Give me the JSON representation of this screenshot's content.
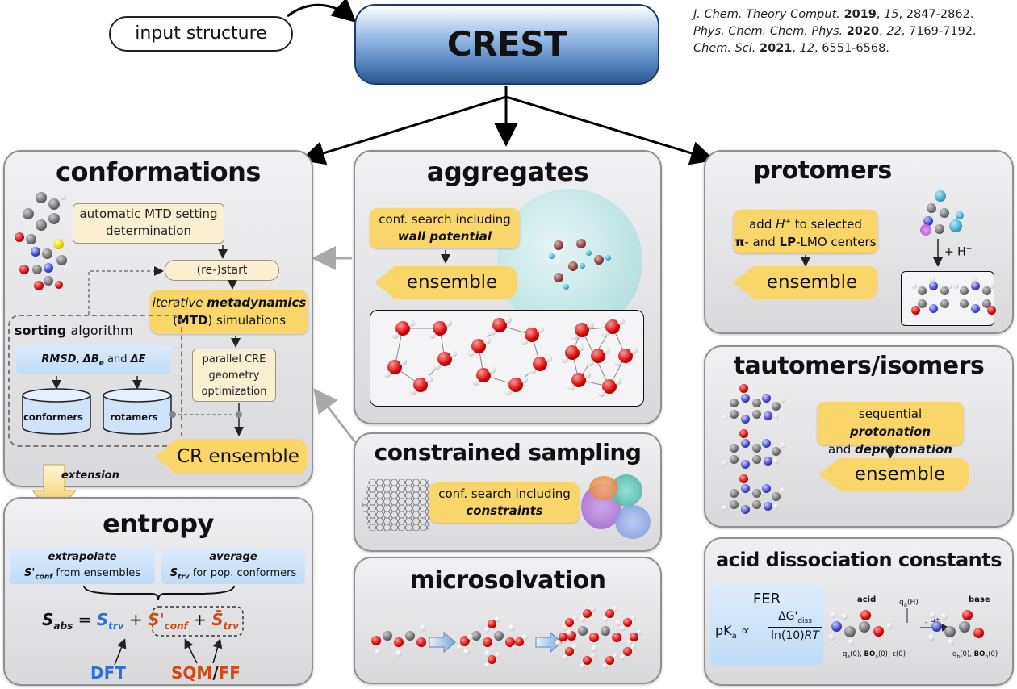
{
  "header": {
    "input_label": "input structure",
    "crest_title": "CREST",
    "citations": [
      {
        "journal": "J. Chem. Theory Comput.",
        "year": "2019",
        "volume": "15",
        "pages": ", 2847-2862."
      },
      {
        "journal": "Phys. Chem. Chem. Phys.",
        "year": "2020",
        "volume": "22",
        "pages": ", 7169-7192."
      },
      {
        "journal": "Chem. Sci.",
        "year": "2021",
        "volume": "12",
        "pages": ", 6551-6568."
      }
    ]
  },
  "conformations": {
    "title": "conformations",
    "auto_mtd": "automatic MTD setting determination",
    "restart": "(re-)start",
    "iterative_a": "iterative ",
    "iterative_b": "metadynamics",
    "iterative_c": "(",
    "iterative_d": "MTD",
    "iterative_e": ") simulations",
    "parallel": "parallel CRE geometry optimization",
    "sorting_a": "sorting",
    "sorting_b": " algorithm",
    "criteria_rmsd": "RMSD",
    "criteria_db": "ΔB",
    "criteria_db_sub": "e",
    "criteria_and": " and ",
    "criteria_de": "ΔE",
    "conformers": "conformers",
    "rotamers": "rotamers",
    "cr_ensemble": "CR ensemble",
    "extension": "extension"
  },
  "entropy": {
    "title": "entropy",
    "box1_a": "extrapolate",
    "box1_s": "S'",
    "box1_sub": "conf",
    "box1_b": " from ensembles",
    "box2_a": "average",
    "box2_s": "S",
    "box2_sub": "trv",
    "box2_b": " for pop. conformers",
    "eq_sabs": "S",
    "eq_sabs_sub": "abs",
    "eq_eq": "=",
    "eq_strv": "S",
    "eq_strv_sub": "trv",
    "eq_plus": "+",
    "eq_sconf": "S'",
    "eq_sconf_sub": "conf",
    "eq_plus2": "+",
    "eq_strv2": "S̄",
    "eq_strv2_sub": "trv",
    "dft": "DFT",
    "sqm": "SQM",
    "slash": "/",
    "ff": "FF"
  },
  "aggregates": {
    "title": "aggregates",
    "conf_search": "conf. search including ",
    "wall": "wall potential",
    "ensemble": "ensemble"
  },
  "constrained": {
    "title": "constrained sampling",
    "conf_search": "conf. search including ",
    "constraints": "constraints"
  },
  "microsolvation": {
    "title": "microsolvation"
  },
  "protomers": {
    "title": "protomers",
    "add_a": "add ",
    "add_h": "H",
    "add_b": " to selected",
    "add_pi": "π",
    "add_c": "- and ",
    "add_lp": "LP",
    "add_d": "-LMO centers",
    "plus_h": "+ H",
    "plus_sup": "+",
    "ensemble": "ensemble"
  },
  "tautomers": {
    "title": "tautomers/isomers",
    "seq_a": "sequential ",
    "seq_b": "protonation",
    "seq_c": "and ",
    "seq_d": "deprotonation",
    "ensemble": "ensemble"
  },
  "acid": {
    "title": "acid dissociation constants",
    "fer": "FER",
    "pka": "pK",
    "pka_sub": "a",
    "prop": "∝",
    "num": "ΔG'",
    "num_sub": "diss",
    "den": "ln(10)",
    "den_rt": "RT",
    "acid_label": "acid",
    "base_label": "base",
    "qa_h": "q",
    "qa_h_sub": "a",
    "qa_h_tail": "(H)",
    "minus_h": "- H",
    "minus_sup": "+",
    "acid_props": "q",
    "acid_props_sub": "a",
    "acid_props_b": "(0), ",
    "acid_props_bo": "BO",
    "acid_props_bo_sub": "a",
    "acid_props_c": "(0), ε(0)",
    "base_props": "q",
    "base_props_sub": "b",
    "base_props_b": "(0), ",
    "base_props_bo": "BO",
    "base_props_bo_sub": "b",
    "base_props_c": "(0)"
  }
}
